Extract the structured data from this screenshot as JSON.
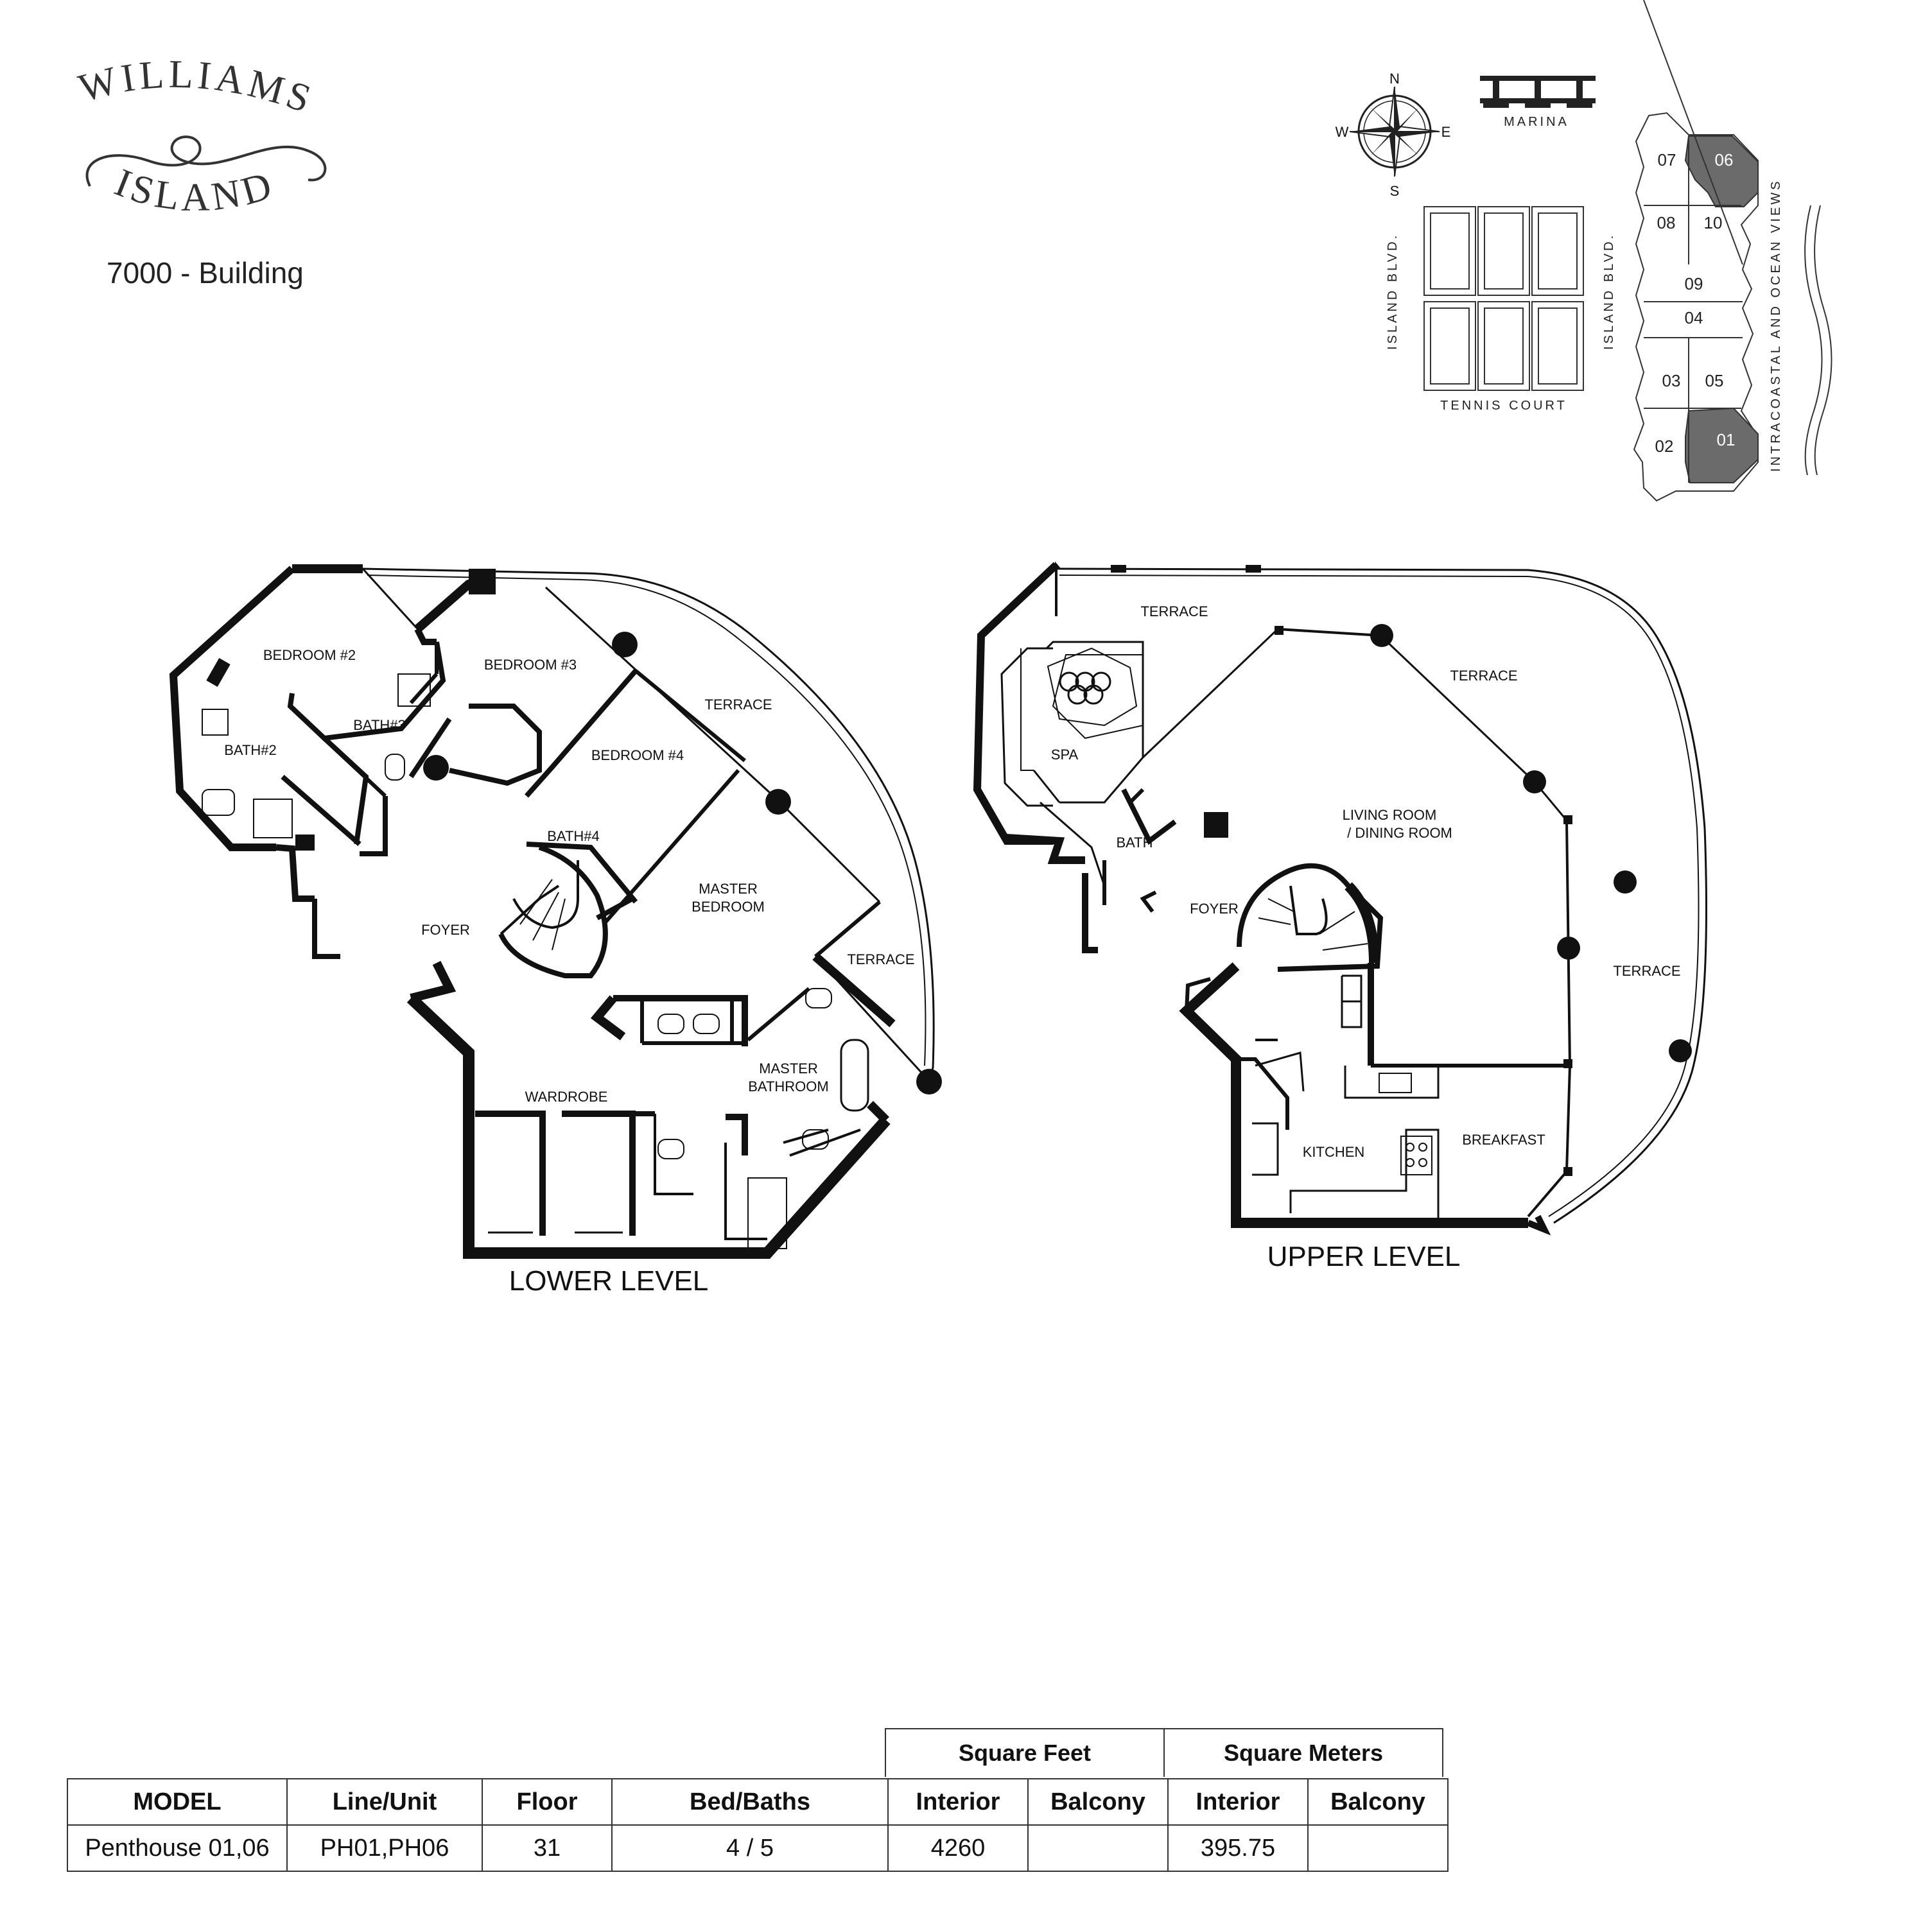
{
  "brand": {
    "line1": "WILLIAMS",
    "line2": "ISLAND",
    "building": "7000 - Building"
  },
  "compass": {
    "n": "N",
    "s": "S",
    "e": "E",
    "w": "W"
  },
  "site_plan": {
    "marina": "MARINA",
    "tennis": "TENNIS COURT",
    "blvd_left": "ISLAND BLVD.",
    "blvd_right": "ISLAND BLVD.",
    "views": "INTRACOASTAL AND OCEAN VIEWS",
    "units": [
      "07",
      "06",
      "08",
      "10",
      "09",
      "04",
      "03",
      "05",
      "02",
      "01"
    ],
    "highlighted_units": [
      "06",
      "01"
    ],
    "highlight_color": "#6b6b6b"
  },
  "lower": {
    "title": "LOWER LEVEL",
    "rooms": {
      "bed2": "BEDROOM #2",
      "bed3": "BEDROOM #3",
      "bed4": "BEDROOM #4",
      "bath2": "BATH#2",
      "bath3": "BATH#3",
      "bath4": "BATH#4",
      "terrace1": "TERRACE",
      "terrace2": "TERRACE",
      "foyer": "FOYER",
      "master1": "MASTER",
      "master2": "BEDROOM",
      "wardrobe": "WARDROBE",
      "mbath1": "MASTER",
      "mbath2": "BATHROOM"
    }
  },
  "upper": {
    "title": "UPPER LEVEL",
    "rooms": {
      "terrace_top": "TERRACE",
      "terrace_mid": "TERRACE",
      "terrace_right": "TERRACE",
      "spa": "SPA",
      "bath": "BATH",
      "foyer": "FOYER",
      "living1": "LIVING ROOM",
      "living2": "/ DINING ROOM",
      "kitchen": "KITCHEN",
      "breakfast": "BREAKFAST"
    }
  },
  "table": {
    "group_headers": [
      "Square Feet",
      "Square Meters"
    ],
    "headers": [
      "MODEL",
      "Line/Unit",
      "Floor",
      "Bed/Baths",
      "Interior",
      "Balcony",
      "Interior",
      "Balcony"
    ],
    "row": [
      "Penthouse 01,06",
      "PH01,PH06",
      "31",
      "4 / 5",
      "4260",
      "",
      "395.75",
      ""
    ]
  }
}
